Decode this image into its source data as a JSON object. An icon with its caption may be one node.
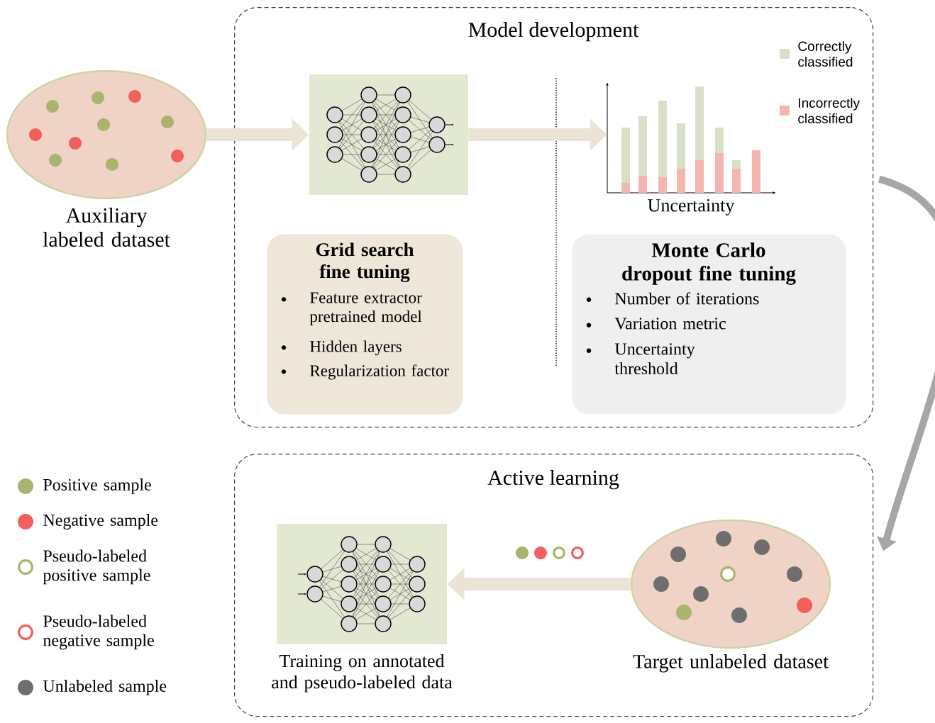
{
  "diagram": {
    "nodes": [
      {
        "text": [
          "Model development"
        ]
      },
      {
        "text": [
          "Auxiliary labeled dataset"
        ]
      },
      {
        "text": [],
        "shape": "picture",
        "in": 0
      },
      {
        "text": [],
        "shape": "picture",
        "in": 0
      },
      {
        "text": [
          "Grid search fine tuning",
          "Feature extractor pretrained model",
          "Hidden layers",
          "Regularization factor"
        ],
        "in": 0
      },
      {
        "text": [
          "Monte Carlo dropout fine tuning",
          "Number of iterations",
          "Variation metric",
          "Uncertainty threshold"
        ],
        "in": 0
      },
      {
        "text": [
          "Active learning"
        ]
      },
      {
        "text": [
          "Training on annotated and pseudo-labeled data"
        ],
        "in": 6
      },
      {
        "text": [
          "Target unlabeled dataset"
        ],
        "in": 6
      }
    ],
    "edges": [
      {
        "from": 1,
        "to": 2,
        "arrow": "to"
      },
      {
        "from": 2,
        "to": 3,
        "arrow": "to"
      },
      {
        "from": 0,
        "to": 6,
        "arrow": "to",
        "color": "#a6a6a6"
      },
      {
        "from": 8,
        "to": 7,
        "arrow": "to"
      }
    ],
    "labels": [
      "Uncertainty"
    ],
    "legend": [
      {
        "text": "Correctly classified",
        "color": "#d9e0c8"
      },
      {
        "text": "Incorrectly classified",
        "color": "#f4b6ae"
      },
      {
        "text": "Positive sample",
        "color": "#a9b46c"
      },
      {
        "text": "Negative sample",
        "color": "#f25f5c"
      },
      {
        "text": "Pseudo-labeled positive sample"
      },
      {
        "text": "Pseudo-labeled negative sample"
      },
      {
        "text": "Unlabeled sample",
        "color": "#6e6e6e"
      }
    ]
  }
}
